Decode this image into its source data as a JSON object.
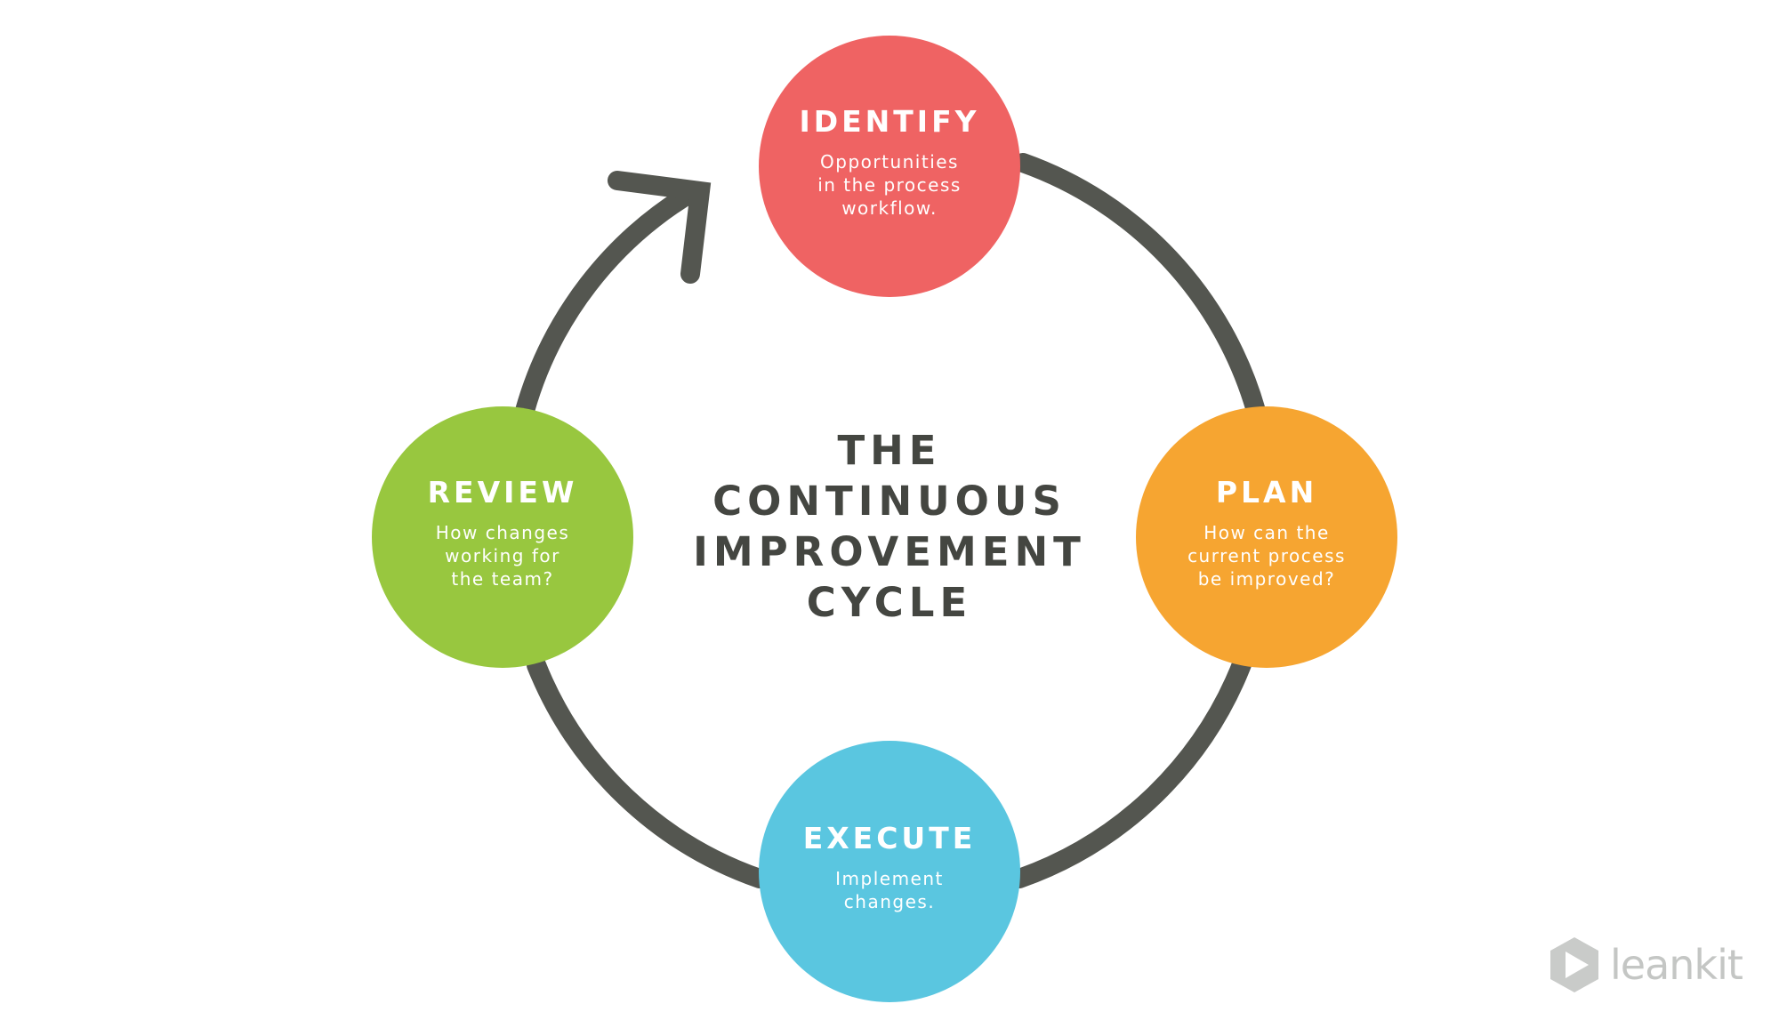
{
  "diagram": {
    "title_lines": [
      "THE",
      "CONTINUOUS",
      "IMPROVEMENT",
      "CYCLE"
    ],
    "stages": [
      {
        "title": "IDENTIFY",
        "description": [
          "Opportunities",
          "in the process",
          "workflow."
        ],
        "color": "#ef6363"
      },
      {
        "title": "PLAN",
        "description": [
          "How can the",
          "current process",
          "be improved?"
        ],
        "color": "#f6a531"
      },
      {
        "title": "EXECUTE",
        "description": [
          "Implement",
          "changes."
        ],
        "color": "#5ac6e0"
      },
      {
        "title": "REVIEW",
        "description": [
          "How changes",
          "working for",
          "the team?"
        ],
        "color": "#98c73f"
      }
    ],
    "cycle_color": "#545650"
  },
  "brand": {
    "name": "leankit",
    "logo_icon": "leankit-logo-icon",
    "color": "#c4c6c4"
  }
}
